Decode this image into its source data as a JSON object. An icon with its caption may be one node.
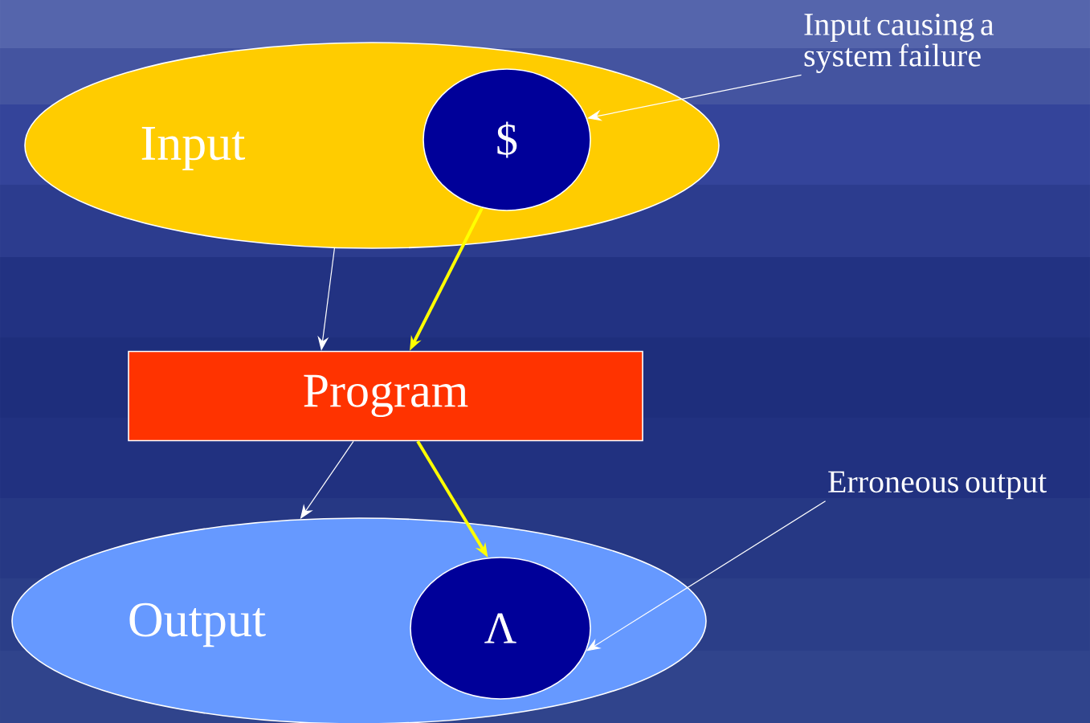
{
  "diagram": {
    "nodes": [
      {
        "text": [
          "Input"
        ]
      },
      {
        "text": [
          "$"
        ],
        "in": 0
      },
      {
        "text": [
          "Program"
        ]
      },
      {
        "text": [
          "Output"
        ]
      },
      {
        "text": [
          "Λ"
        ],
        "in": 3
      },
      {
        "text": [
          "Input causing a system failure"
        ]
      },
      {
        "text": [
          "Erroneous output"
        ]
      }
    ],
    "edges": [
      {
        "from": 0,
        "to": 2,
        "arrow": "to"
      },
      {
        "from": 1,
        "to": 2,
        "arrow": "to",
        "style": "thick",
        "color": "#ffff00"
      },
      {
        "from": 2,
        "to": 3,
        "arrow": "to"
      },
      {
        "from": 2,
        "to": 4,
        "arrow": "to",
        "style": "thick",
        "color": "#ffff00"
      },
      {
        "from": 5,
        "to": 1,
        "arrow": "to"
      },
      {
        "from": 6,
        "to": 4,
        "arrow": "to"
      }
    ]
  }
}
